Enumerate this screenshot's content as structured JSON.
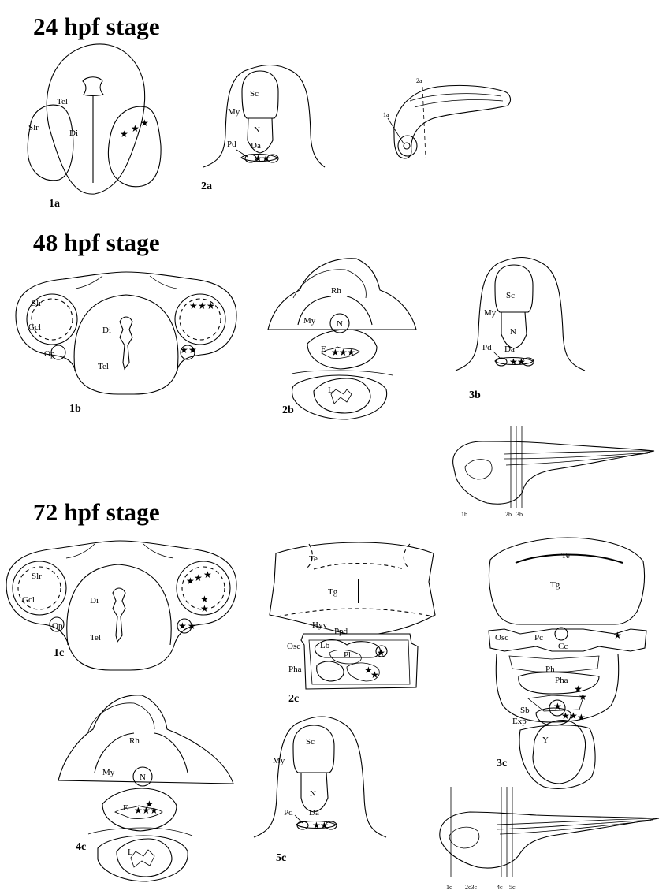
{
  "stages": {
    "s24": "24 hpf stage",
    "s48": "48 hpf stage",
    "s72": "72 hpf stage"
  },
  "panels": {
    "p1a": "1a",
    "p2a": "2a",
    "p1b": "1b",
    "p2b": "2b",
    "p3b": "3b",
    "p1c": "1c",
    "p2c": "2c",
    "p3c": "3c",
    "p4c": "4c",
    "p5c": "5c"
  },
  "labels": {
    "tel": "Tel",
    "di": "Di",
    "slr": "Slr",
    "gcl": "Gcl",
    "op": "Op",
    "sc": "Sc",
    "my": "My",
    "n": "N",
    "pd": "Pd",
    "da": "Da",
    "rh": "Rh",
    "e": "E",
    "l": "L",
    "te": "Te",
    "tg": "Tg",
    "hyv": "Hyv",
    "ppd": "Ppd",
    "osc": "Osc",
    "lb": "Lb",
    "ph": "Ph",
    "pha": "Pha",
    "pc": "Pc",
    "cc": "Cc",
    "sb": "Sb",
    "exp": "Exp",
    "y": "Y"
  },
  "section_markers": {
    "m1a": "1a",
    "m2a": "2a",
    "m1b": "1b",
    "m2b": "2b",
    "m3b": "3b",
    "m1c": "1c",
    "m2c3c": "2c3c",
    "m4c": "4c",
    "m5c": "5c"
  },
  "marker_symbol": "★"
}
